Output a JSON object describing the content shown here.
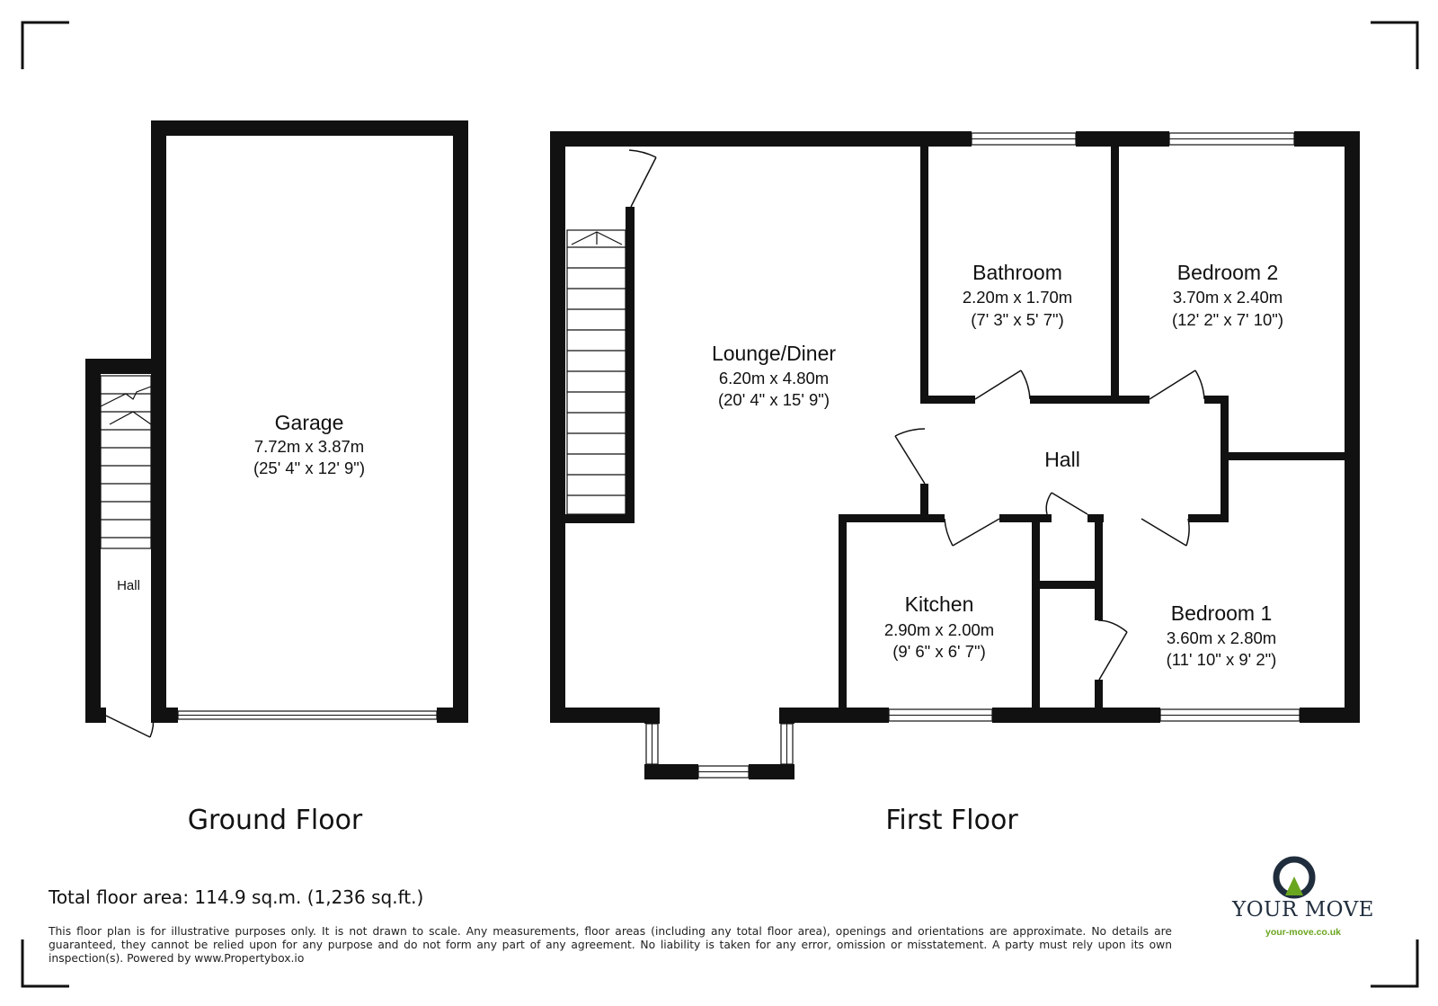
{
  "ground_floor": {
    "label": "Ground Floor",
    "garage": {
      "name": "Garage",
      "metric": "7.72m x 3.87m",
      "imperial": "(25' 4\" x 12' 9\")"
    },
    "hall": {
      "name": "Hall"
    }
  },
  "first_floor": {
    "label": "First Floor",
    "lounge": {
      "name": "Lounge/Diner",
      "metric": "6.20m x 4.80m",
      "imperial": "(20' 4\" x 15' 9\")"
    },
    "bathroom": {
      "name": "Bathroom",
      "metric": "2.20m x 1.70m",
      "imperial": "(7' 3\" x 5' 7\")"
    },
    "bedroom2": {
      "name": "Bedroom 2",
      "metric": "3.70m x 2.40m",
      "imperial": "(12' 2\" x 7' 10\")"
    },
    "hall": {
      "name": "Hall"
    },
    "kitchen": {
      "name": "Kitchen",
      "metric": "2.90m x 2.00m",
      "imperial": "(9' 6\" x 6' 7\")"
    },
    "bedroom1": {
      "name": "Bedroom 1",
      "metric": "3.60m x 2.80m",
      "imperial": "(11' 10\" x 9' 2\")"
    }
  },
  "footer": {
    "total_area": "Total floor area: 114.9 sq.m. (1,236 sq.ft.)",
    "disclaimer": "This floor plan is for illustrative purposes only. It is not drawn to scale. Any measurements, floor areas (including any total floor area), openings and orientations are approximate. No details are guaranteed, they cannot be relied upon for any purpose and do not form any part of any agreement. No liability is taken for any error, omission or misstatement. A party must rely upon its own inspection(s). Powered by www.Propertybox.io"
  },
  "brand": {
    "name": "YOUR MOVE",
    "url": "your-move.co.uk",
    "colors": {
      "navy": "#1f2d3d",
      "green": "#6aa51f"
    }
  }
}
